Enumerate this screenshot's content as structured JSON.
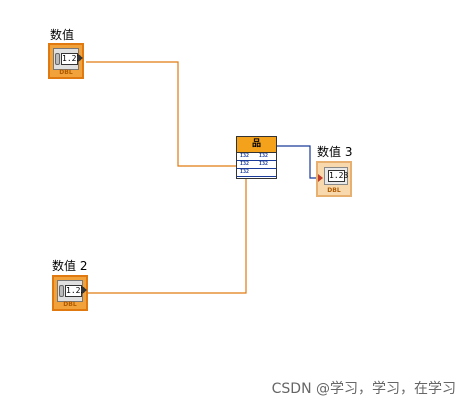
{
  "controls": [
    {
      "label": "数值",
      "value": "1.23",
      "type": "DBL"
    },
    {
      "label": "数值 2",
      "value": "1.23",
      "type": "DBL"
    }
  ],
  "indicator": {
    "label": "数值 3",
    "value": "1.23",
    "type": "DBL"
  },
  "node": {
    "icon": "cluster-icon",
    "rows": [
      "I32",
      "I32",
      "I32",
      "I32",
      "I32"
    ]
  },
  "wire_colors": {
    "dbl": "#e07a10",
    "cluster": "#1a3a9a"
  },
  "watermark": "CSDN @学习，学习，在学习"
}
